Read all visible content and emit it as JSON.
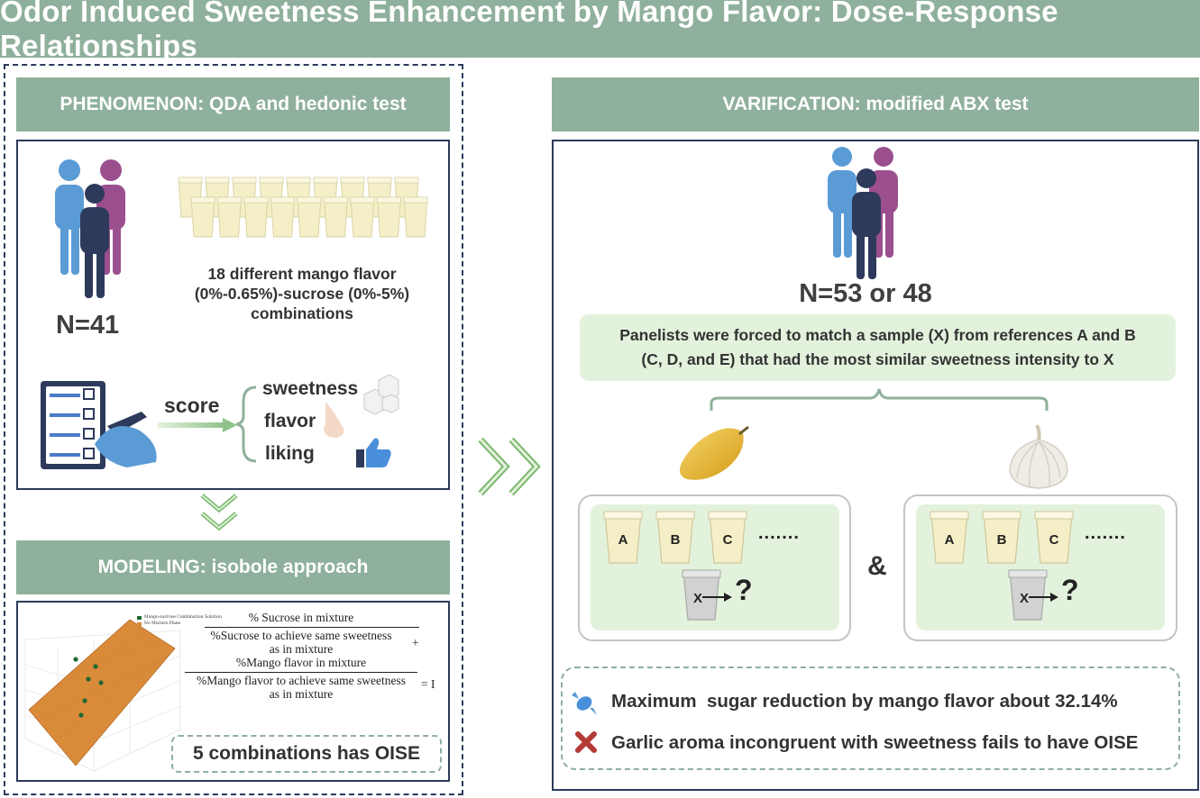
{
  "title": "Odor Induced Sweetness Enhancement by Mango Flavor: Dose-Response Relationships",
  "phenomenon": {
    "header": "PHENOMENON: QDA and hedonic test",
    "combinations_line1": "18 different mango flavor",
    "combinations_line2": "(0%-0.65%)-sucrose (0%-5%)",
    "combinations_line3": "combinations",
    "n": "N=41",
    "score": "score",
    "attributes": [
      "sweetness",
      "flavor",
      "liking"
    ]
  },
  "modeling": {
    "header": "MODELING: isobole approach",
    "legend": [
      "Mango-sucrose Combination Solution",
      "No Mixture Plane"
    ],
    "formula": {
      "term1_num": "% Sucrose in mixture",
      "term1_den_line1": "%Sucrose to achieve same sweetness",
      "term1_den_line2": "as in mixture",
      "plus": "+",
      "term2_num": "%Mango flavor in mixture",
      "term2_den_line1": "%Mango flavor to achieve same sweetness",
      "term2_den_line2": "as in mixture",
      "equals": "= I"
    },
    "result": "5 combinations has OISE"
  },
  "verification": {
    "header": "VARIFICATION: modified ABX test",
    "n": "N=53 or 48",
    "description_line1": "Panelists were forced to match a sample (X) from references A and B",
    "description_line2": "(C, D, and E) that had the most similar sweetness intensity to X",
    "cups": [
      "A",
      "B",
      "C"
    ],
    "ellipsis": ".......",
    "x_label": "X",
    "question": "?",
    "ampersand": "&",
    "results": [
      "Maximum  sugar reduction by mango flavor about 32.14%",
      "Garlic aroma incongruent with sweetness fails to have OISE"
    ]
  },
  "colors": {
    "banner": "#8fb09c",
    "navy": "#2d3a5c",
    "light_green": "#e3f2dc",
    "orange_plane": "#d98b3a"
  }
}
